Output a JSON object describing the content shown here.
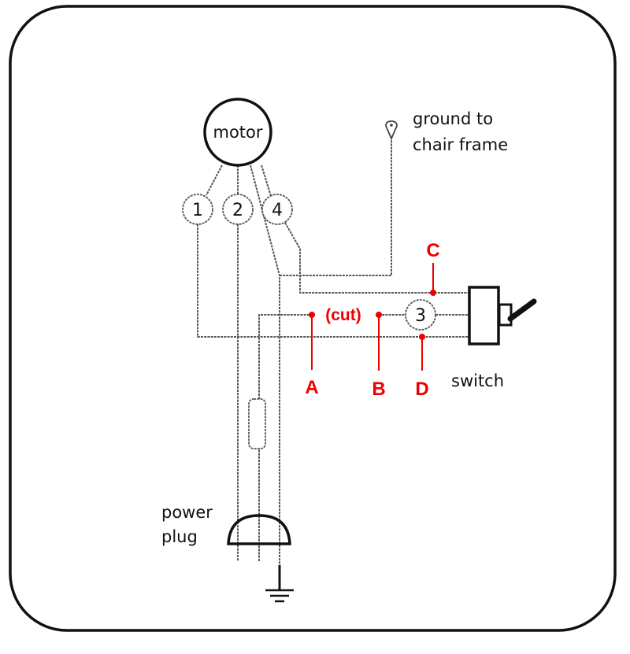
{
  "diagram": {
    "title": "Chair motor wiring",
    "motor_label": "motor",
    "ground_label_line1": "ground to",
    "ground_label_line2": "chair frame",
    "switch_label": "switch",
    "plug_label_line1": "power",
    "plug_label_line2": "plug",
    "nodes": [
      "1",
      "2",
      "4",
      "3"
    ],
    "annotations": {
      "cut": "(cut)",
      "points": [
        "A",
        "B",
        "C",
        "D"
      ]
    },
    "colors": {
      "line": "#111111",
      "annotation": "#ee0000"
    }
  }
}
